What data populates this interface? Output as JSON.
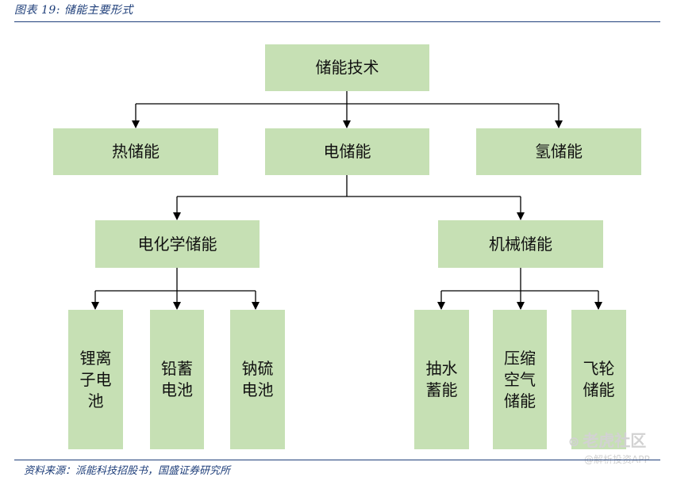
{
  "figure_title": "图表 19:  储能主要形式",
  "source_note": "资料来源：派能科技招股书，国盛证券研究所",
  "colors": {
    "box_fill": "#c6e0b4",
    "line": "#000000",
    "rule": "#1f3f7a"
  },
  "tree": {
    "root": "储能技术",
    "level1": {
      "left": "热储能",
      "center": "电储能",
      "right": "氢储能"
    },
    "level2": {
      "left": "电化学储能",
      "right": "机械储能"
    },
    "electrochemical_leaves": [
      "锂离\n子电\n池",
      "铅蓄\n电池",
      "钠硫\n电池"
    ],
    "mechanical_leaves": [
      "抽水\n蓄能",
      "压缩\n空气\n储能",
      "飞轮\n储能"
    ]
  },
  "watermark": {
    "symbol": "⊚",
    "brand": "老虎社区",
    "sub": "@解析投资APP"
  }
}
